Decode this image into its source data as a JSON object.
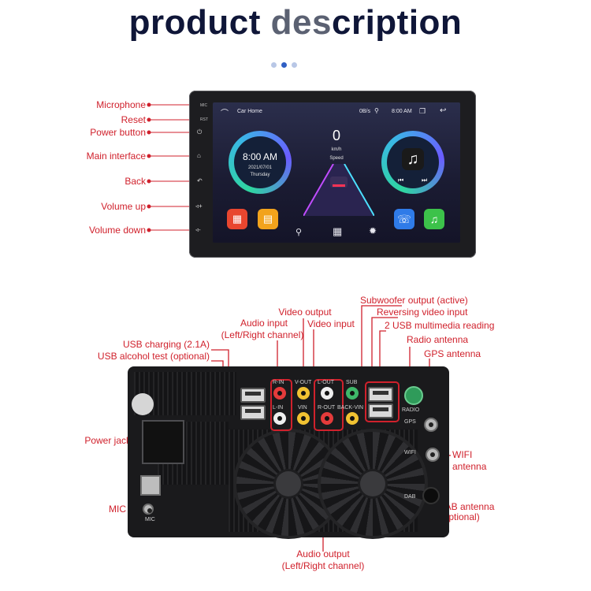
{
  "title": {
    "part1": "product ",
    "part2": "des",
    "part3": "cription"
  },
  "carousel": {
    "count": 3,
    "active_index": 1
  },
  "front_labels": {
    "microphone": "Microphone",
    "reset": "Reset",
    "power_button": "Power button",
    "main_interface": "Main interface",
    "back": "Back",
    "volume_up": "Volume up",
    "volume_down": "Volume down"
  },
  "device_side": {
    "mic": "MIC",
    "rst": "RST"
  },
  "screen": {
    "app_name": "Car Home",
    "speed_rate": "0B/s",
    "status_time": "8:00 AM",
    "clock_time": "8:00 AM",
    "date": "2021/07/01",
    "day": "Thursday",
    "speed_value": "0",
    "speed_unit": "km/h",
    "speed_label": "Speed"
  },
  "back_labels": {
    "video_output": "Video output",
    "audio_input_l1": "Audio input",
    "audio_input_l2": "(Left/Right channel)",
    "video_input": "Video input",
    "subwoofer": "Subwoofer output (active)",
    "reversing": "Reversing video input",
    "usb_multimedia": "2 USB multimedia reading",
    "radio_antenna": "Radio antenna",
    "gps_antenna": "GPS antenna",
    "usb_charging": "USB charging (2.1A)",
    "usb_alcohol": "USB alcohol test (optional)",
    "power_jack": "Power jack",
    "wifi_l1": "WIFI",
    "wifi_l2": "antenna",
    "mic": "MIC",
    "dab_l1": "DAB antenna",
    "dab_l2": "(Optional)",
    "audio_output_l1": "Audio output",
    "audio_output_l2": "(Left/Right channel)"
  },
  "panel_print": {
    "r_in": "R-IN",
    "l_in": "L-IN",
    "v_out": "V-OUT",
    "vin": "VIN",
    "l_out": "L-OUT",
    "r_out": "R-OUT",
    "sub": "SUB",
    "back_vin": "BACK-VIN",
    "radio": "RADIO",
    "gps": "GPS",
    "wifi": "WIFI",
    "dab": "DAB",
    "mic": "MIC"
  },
  "colors": {
    "label_red": "#d0212c",
    "title_dark": "#0f1638",
    "title_gray": "#5b6172",
    "dot_active": "#2f5fc4"
  }
}
